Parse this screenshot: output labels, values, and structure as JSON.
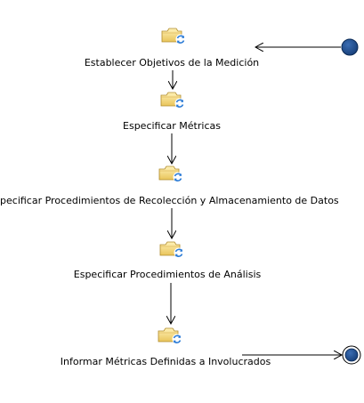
{
  "activities": [
    {
      "label": "Establecer Objetivos de la Medición"
    },
    {
      "label": "Especificar Métricas"
    },
    {
      "label": "Especificar Procedimientos de Recolección y Almacenamiento de Datos"
    },
    {
      "label": "Especificar Procedimientos de Análisis"
    },
    {
      "label": "Informar Métricas Definidas a Involucrados"
    }
  ],
  "colors": {
    "node_fill": "#1f4e8c",
    "node_stroke": "#0b2a55",
    "arrow": "#000000",
    "folder_light": "#fbe59a",
    "folder_dark": "#e0b84a",
    "refresh_icon": "#2b7bd6"
  }
}
